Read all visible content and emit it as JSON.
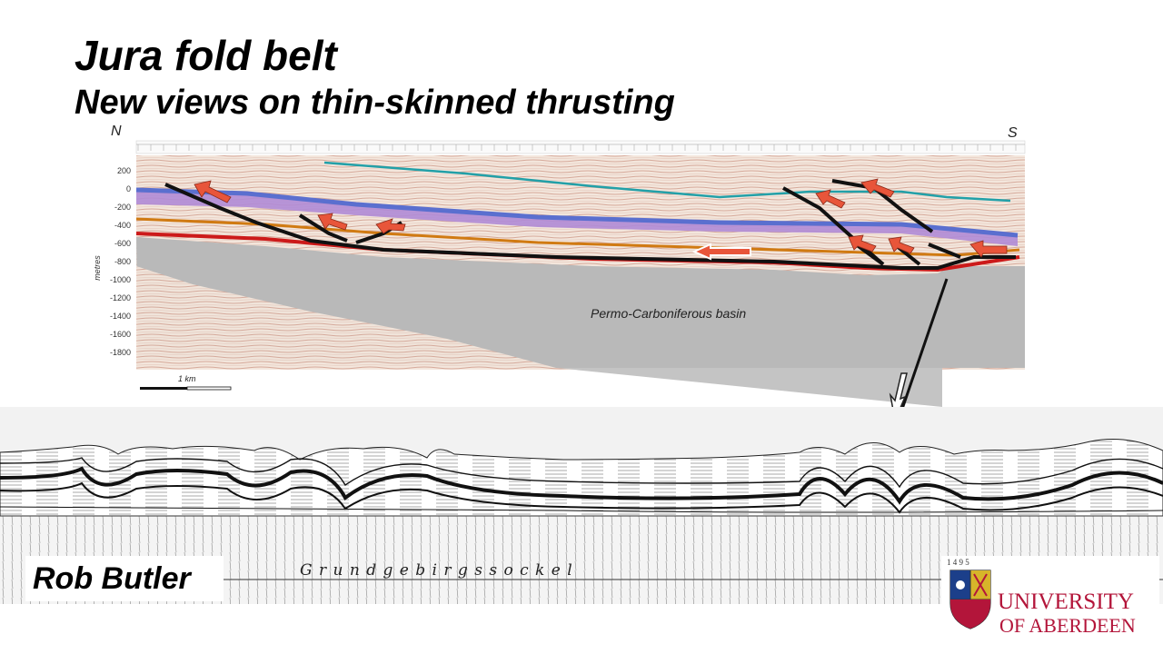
{
  "slide": {
    "title": "Jura fold belt",
    "subtitle": "New views on thin-skinned thrusting",
    "author": "Rob Butler"
  },
  "section": {
    "compass_left": "N",
    "compass_right": "S",
    "axis_label": "metres",
    "depth_ticks": [
      "200",
      "0",
      "-200",
      "-400",
      "-600",
      "-800",
      "-1000",
      "-1200",
      "-1400",
      "-1600",
      "-1800"
    ],
    "basin_label": "Permo-Carboniferous basin",
    "scale_label": "1 km"
  },
  "sketch": {
    "basement_label": "G r u n d g e b i r g s s o c k e l"
  },
  "logo": {
    "year": "1 4 9 5",
    "line1": "UNIVERSITY",
    "line2": "OF ABERDEEN"
  },
  "colors": {
    "unit_purple": "#a77fd0",
    "unit_blue": "#5a6fcf",
    "horizon_orange": "#d07a12",
    "detachment_red": "#cc1a1a",
    "horizon_teal": "#22a0a8",
    "basin_grey": "#9a9a9a",
    "thrust_arrow": "#e8553a",
    "university_red": "#b3153a"
  }
}
